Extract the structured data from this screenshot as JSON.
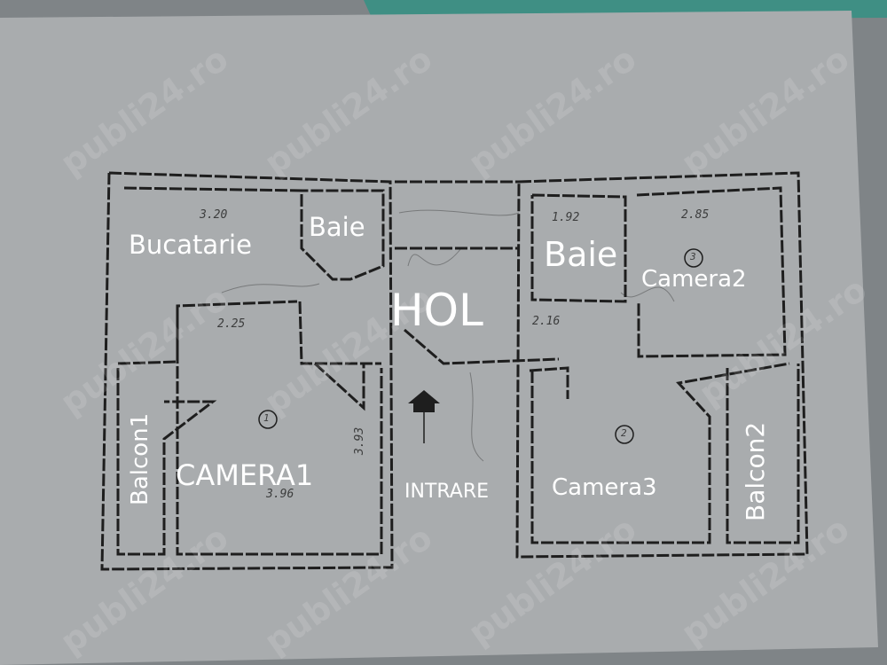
{
  "watermark": "publi24.ro",
  "colors": {
    "paper": "#a9acae",
    "ink": "#1e1e1e",
    "label": "#ffffff",
    "background": "#7f8487",
    "teal_corner": "#3f8f84"
  },
  "rooms": {
    "bucatarie": "Bucatarie",
    "baie1": "Baie",
    "hol": "HOL",
    "baie2": "Baie",
    "camera2": "Camera2",
    "balcon1": "Balcon1",
    "camera1": "CAMERA1",
    "intrare": "INTRARE",
    "camera3": "Camera3",
    "balcon2": "Balcon2"
  },
  "dimensions": [
    "3.20",
    "2.25",
    "3.96",
    "1.92",
    "2.85",
    "2.16",
    "3.93"
  ],
  "room_numbers": [
    "1",
    "2",
    "3"
  ]
}
